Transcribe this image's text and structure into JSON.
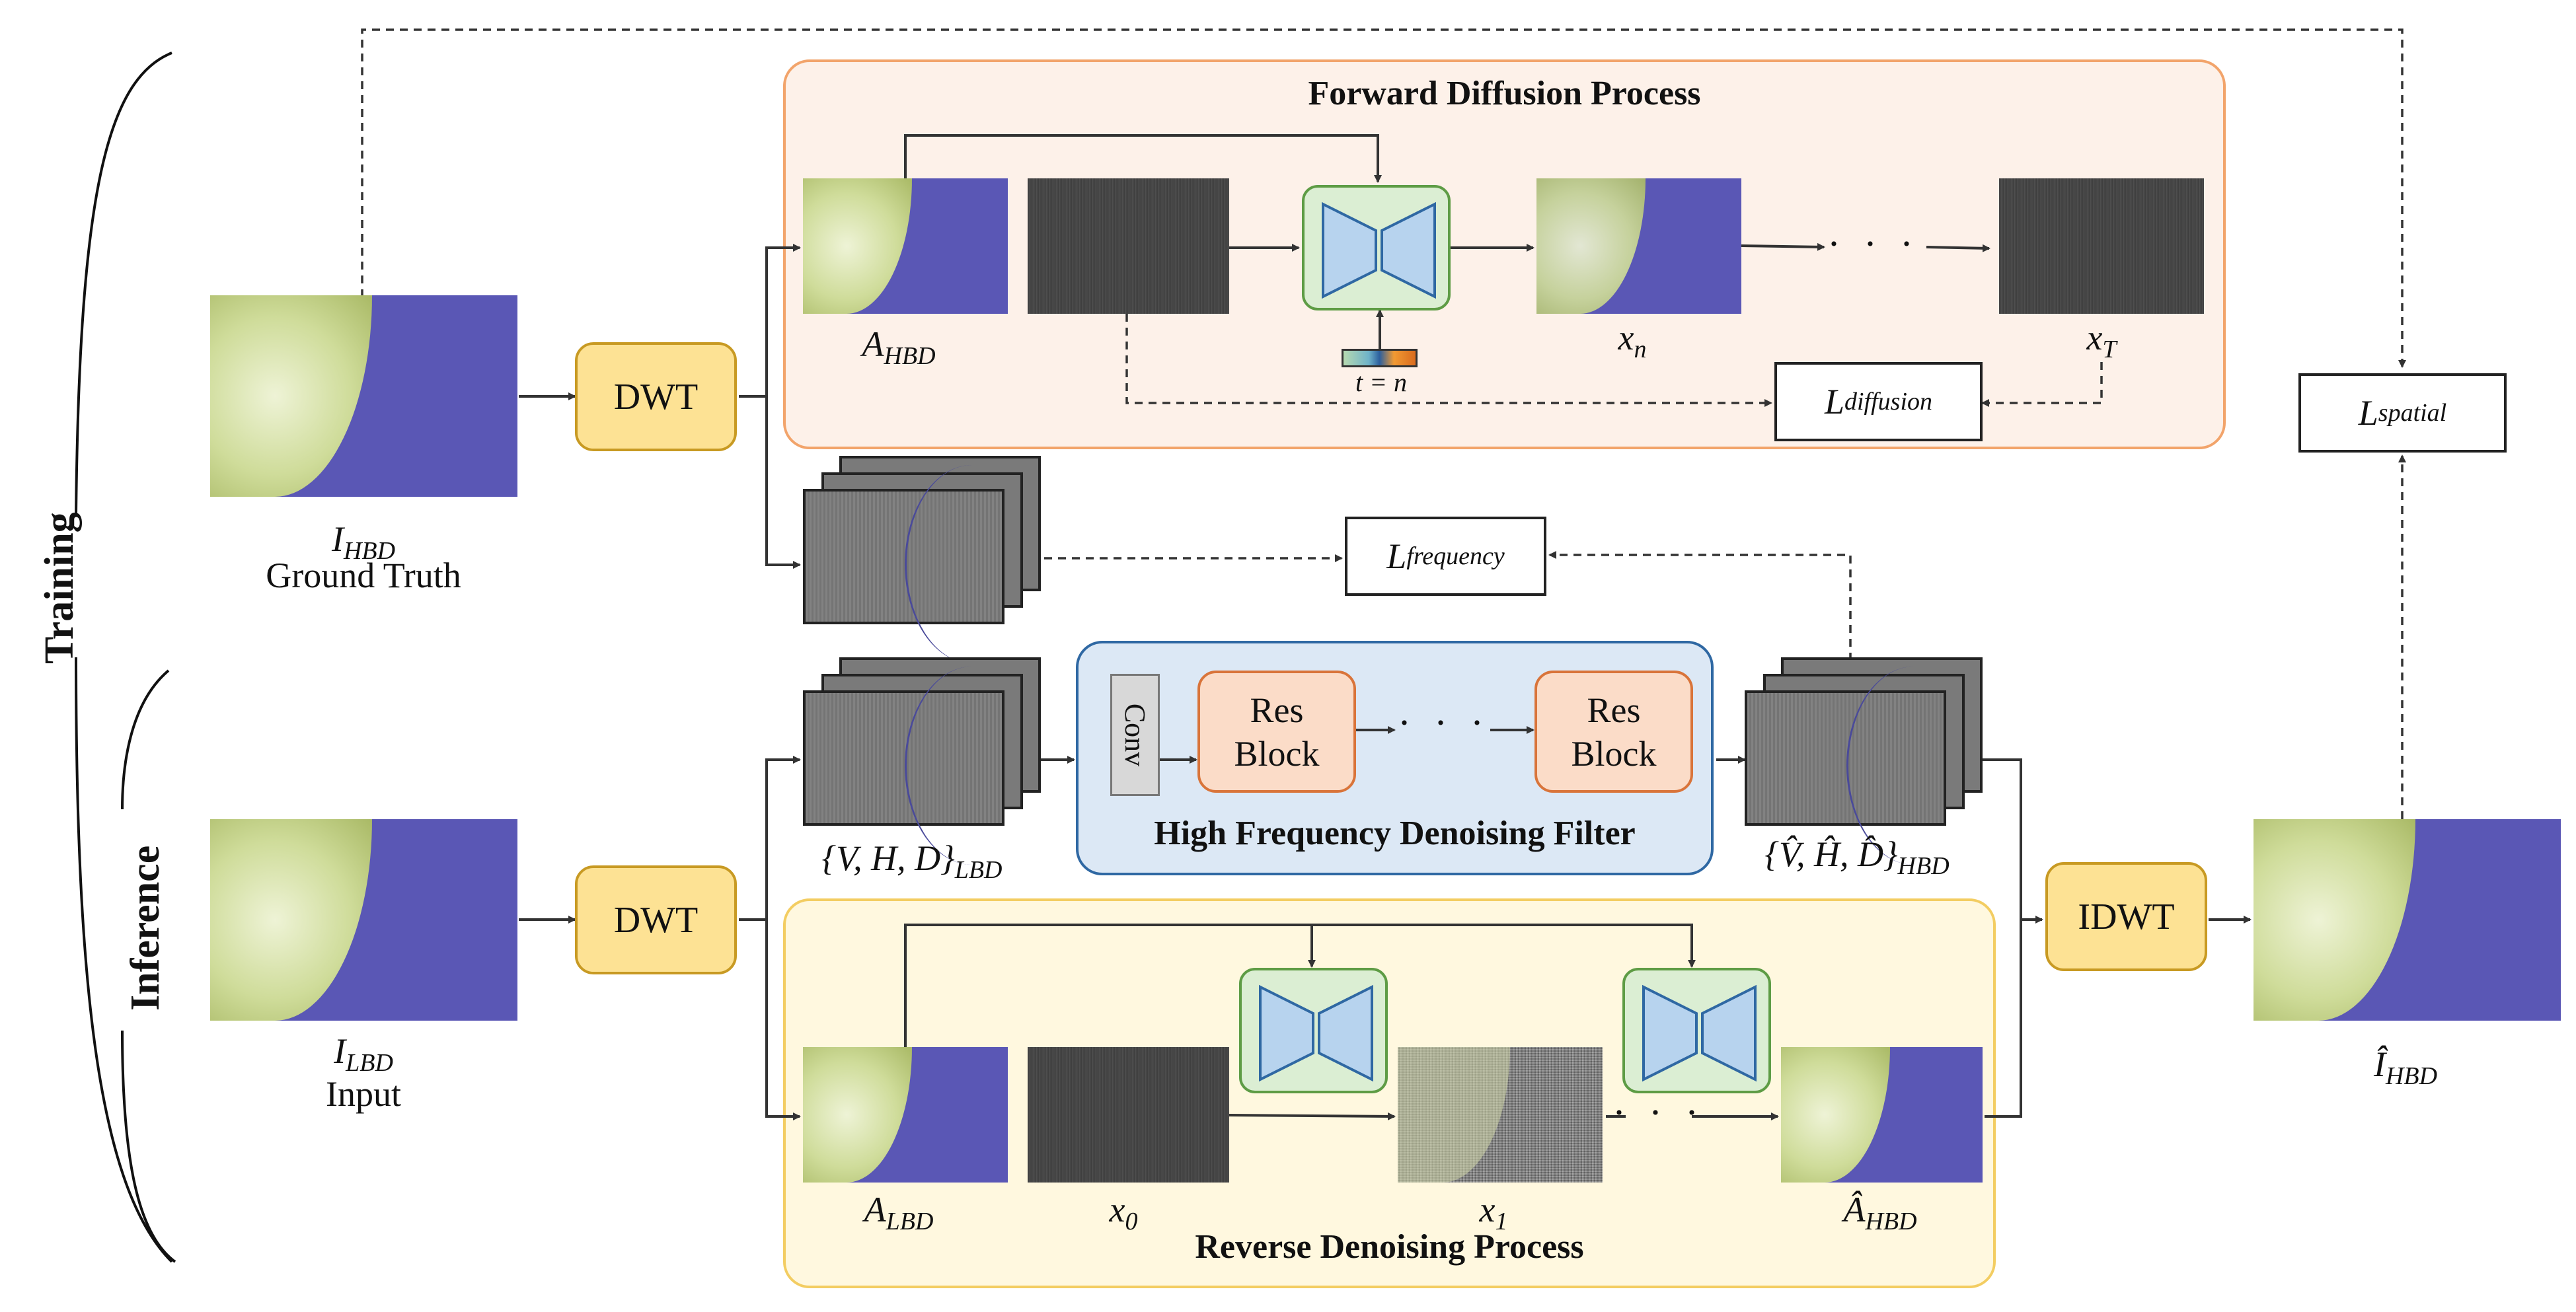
{
  "training": {
    "section_label": "Training",
    "forward_title": "Forward Diffusion Process",
    "gt_caption": "Ground Truth",
    "gt_symbol_main": "I",
    "gt_symbol_sub": "HBD",
    "dwt_label": "DWT",
    "a_hbd_main": "A",
    "a_hbd_sub": "HBD",
    "xn_main": "x",
    "xn_sub": "n",
    "xT_main": "x",
    "xT_sub": "T",
    "t_label": "t = n",
    "dots": "· · ·",
    "l_diffusion_main": "L",
    "l_diffusion_sub": "diffusion",
    "l_frequency_main": "L",
    "l_frequency_sub": "frequency",
    "l_spatial_main": "L",
    "l_spatial_sub": "spatial"
  },
  "inference": {
    "section_label": "Inference",
    "reverse_title": "Reverse Denoising Process",
    "filter_title": "High Frequency Denoising Filter",
    "input_caption": "Input",
    "input_symbol_main": "I",
    "input_symbol_sub": "LBD",
    "dwt_label": "DWT",
    "idwt_label": "IDWT",
    "conv_label": "Conv",
    "res_block_1_line1": "Res",
    "res_block_1_line2": "Block",
    "res_block_2_line1": "Res",
    "res_block_2_line2": "Block",
    "dots": "· · ·",
    "vhd_lbd_main": "{V, H, D}",
    "vhd_lbd_sub": "LBD",
    "vhd_hbd_main": "{V̂, Ĥ, D̂}",
    "vhd_hbd_sub": "HBD",
    "a_lbd_main": "A",
    "a_lbd_sub": "LBD",
    "x0_main": "x",
    "x0_sub": "0",
    "x1_main": "x",
    "x1_sub": "1",
    "a_hat_hbd_main": "Â",
    "a_hat_hbd_sub": "HBD",
    "output_main": "Î",
    "output_sub": "HBD"
  },
  "colors": {
    "forward_panel_bg": "#fdf1e9",
    "forward_panel_border": "#f2a46b",
    "reverse_panel_bg": "#fff8df",
    "reverse_panel_border": "#f3cd62",
    "filter_panel_bg": "#dce8f5",
    "filter_panel_border": "#2f68a3",
    "dwt_fill": "#fde294",
    "res_block_fill": "#fbdcc8",
    "unet_fill": "#dbeed3"
  }
}
